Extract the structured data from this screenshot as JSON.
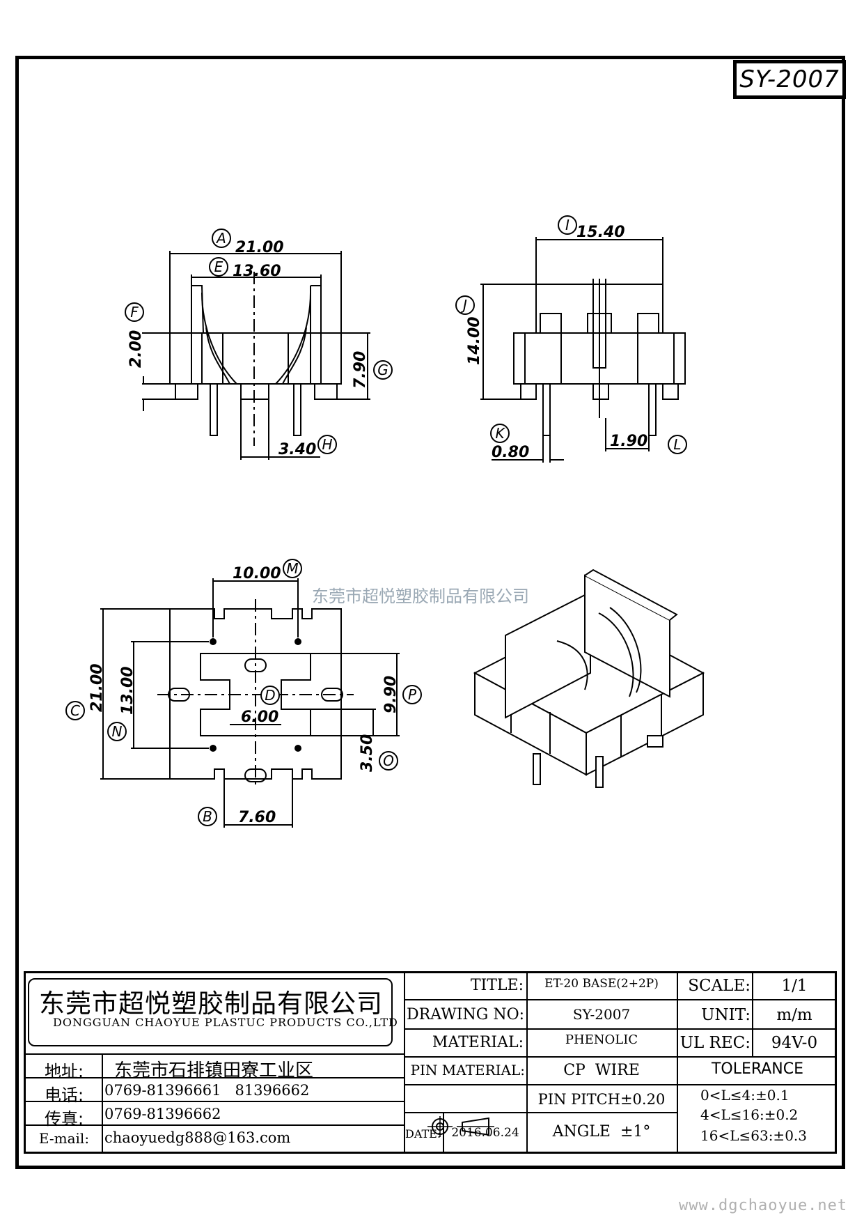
{
  "part_code": "SY-2007",
  "watermark_text": "东莞市超悦塑胶制品有限公司",
  "website": "www.dgchaoyue.net",
  "dimensions": {
    "A": "21.00",
    "E": "13.60",
    "F": "2.00",
    "G": "7.90",
    "H": "3.40",
    "I": "15.40",
    "J": "14.00",
    "K": "0.80",
    "L": "1.90",
    "M": "10.00",
    "C": "21.00",
    "N": "13.00",
    "D": "6.00",
    "P": "9.90",
    "O": "3.50",
    "B": "7.60"
  },
  "labels": [
    "A",
    "E",
    "F",
    "G",
    "H",
    "I",
    "J",
    "K",
    "L",
    "M",
    "C",
    "N",
    "D",
    "P",
    "O",
    "B"
  ],
  "title_block": {
    "company_cn": "东莞市超悦塑胶制品有限公司",
    "company_en": "DONGGUAN CHAOYUE PLASTUC PRODUCTS CO.,LTD",
    "address_label": "地址:",
    "address": "东莞市石排镇田寮工业区",
    "phone_label": "电话:",
    "phone": "0769-81396661   81396662",
    "fax_label": "传真:",
    "fax": "0769-81396662",
    "email_label": "E-mail:",
    "email": "chaoyuedg888@163.com",
    "title_label": "TITLE:",
    "title": "ET-20 BASE(2+2P)",
    "drawing_no_label": "DRAWING NO:",
    "drawing_no": "SY-2007",
    "material_label": "MATERIAL:",
    "material": "PHENOLIC",
    "pin_material_label": "PIN MATERIAL:",
    "pin_material": "CP  WIRE",
    "date_label": "DATE:",
    "date": "2016.06.24",
    "pin_pitch": "PIN PITCH±0.20",
    "angle": "ANGLE  ±1°",
    "scale_label": "SCALE:",
    "scale": "1/1",
    "unit_label": "UNIT:",
    "unit": "m/m",
    "ul_rec_label": "UL REC:",
    "ul_rec": "94V-0",
    "tolerance_label": "TOLERANCE",
    "tolerance_lines": [
      "0<L≤4:±0.1",
      "4<L≤16:±0.2",
      "16<L≤63:±0.3"
    ]
  }
}
